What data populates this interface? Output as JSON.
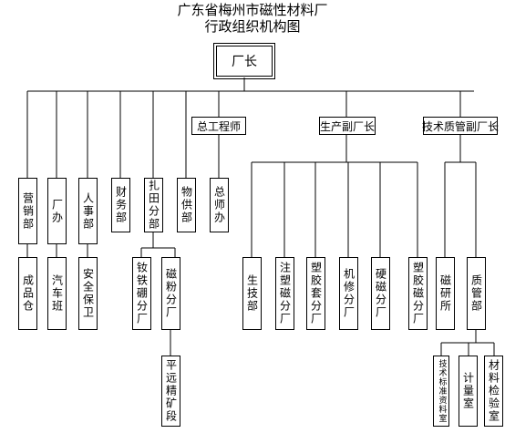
{
  "title": {
    "line1": "广东省梅州市磁性材料厂",
    "line2": "行政组织机构图"
  },
  "nodes": {
    "root": "厂长",
    "chief_engineer": "总工程师",
    "production_vp": "生产副厂长",
    "tech_quality_vp": "技术质管副厂长",
    "sales": "营销部",
    "factory_office": "厂办",
    "hr": "人事部",
    "finance": "财务部",
    "zhatian_branch": "扎田分部",
    "supply": "物供部",
    "chief_engineer_office": "总师办",
    "finished_goods": "成品仓",
    "motor_team": "汽车班",
    "security": "安全保卫",
    "ferrite_branch": "钕铁硼分厂",
    "powder_branch": "磁粉分厂",
    "pingyuan_mine": "平远精矿段",
    "production_tech": "生技部",
    "injection_branch": "注塑磁分厂",
    "plastic_sleeve_branch": "塑胶套分厂",
    "repair_branch": "机修分厂",
    "hard_magnet_branch": "硬磁分厂",
    "plastic_magnet_branch": "塑胶磁分厂",
    "research_institute": "磁研所",
    "quality_dept": "质管部",
    "tech_standards_room": "技术标准资料室",
    "metrology_room": "计量室",
    "materials_lab": "材料检验室"
  }
}
